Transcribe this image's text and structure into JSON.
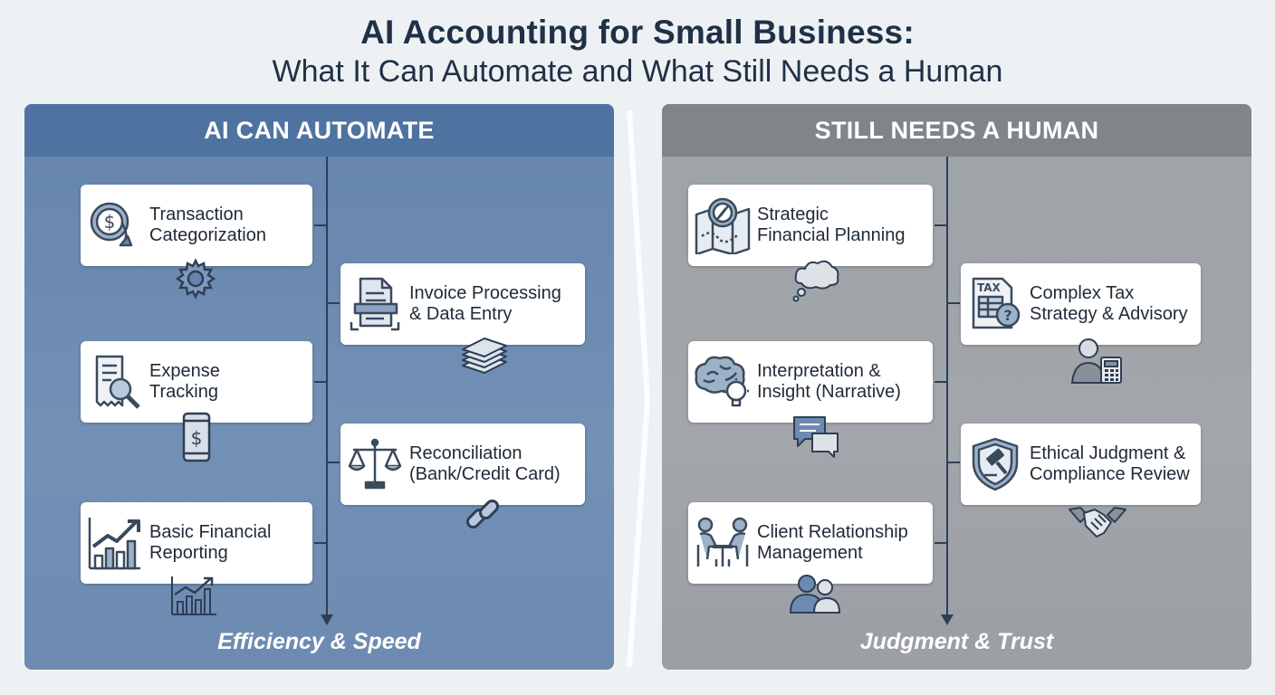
{
  "title": {
    "line1": "AI Accounting for Small Business:",
    "line2": "What It Can Automate and What Still Needs a Human"
  },
  "left": {
    "header": "AI CAN AUTOMATE",
    "footer": "Efficiency & Speed",
    "items": [
      {
        "label": "Transaction\nCategorization",
        "icon": "dollar-refresh-icon",
        "below_icon": "gear-icon"
      },
      {
        "label": "Invoice Processing\n& Data Entry",
        "icon": "document-scan-icon",
        "below_icon": "paper-stack-icon"
      },
      {
        "label": "Expense\nTracking",
        "icon": "receipt-magnifier-icon",
        "below_icon": "phone-dollar-icon"
      },
      {
        "label": "Reconciliation\n(Bank/Credit Card)",
        "icon": "balance-scale-icon",
        "below_icon": "chain-link-icon"
      },
      {
        "label": "Basic Financial\nReporting",
        "icon": "bar-chart-growth-icon",
        "below_icon": "small-chart-icon"
      }
    ]
  },
  "right": {
    "header": "STILL NEEDS A HUMAN",
    "footer": "Judgment & Trust",
    "items": [
      {
        "label": "Strategic\nFinancial Planning",
        "icon": "compass-map-icon",
        "below_icon": "thought-cloud-icon"
      },
      {
        "label": "Complex Tax\nStrategy & Advisory",
        "icon": "tax-form-question-icon",
        "below_icon": "person-calculator-icon"
      },
      {
        "label": "Interpretation &\nInsight (Narrative)",
        "icon": "brain-lightbulb-icon",
        "below_icon": "chat-bubbles-icon"
      },
      {
        "label": "Ethical Judgment &\nCompliance Review",
        "icon": "shield-gavel-icon",
        "below_icon": "handshake-icon"
      },
      {
        "label": "Client Relationship\nManagement",
        "icon": "meeting-people-icon",
        "below_icon": "two-users-icon"
      }
    ]
  },
  "colors": {
    "left_panel": "#6584ad",
    "left_header": "#4f73a1",
    "right_panel": "#a2a6aa",
    "right_header": "#808589",
    "title_text": "#1f3146",
    "icon_stroke": "#3a4a5c"
  }
}
